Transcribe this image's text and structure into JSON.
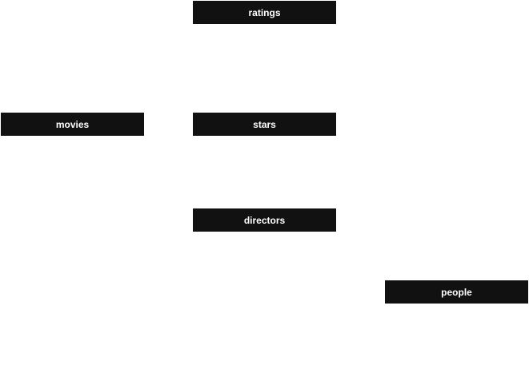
{
  "diagram": {
    "tables": {
      "ratings": "ratings",
      "movies": "movies",
      "stars": "stars",
      "directors": "directors",
      "people": "people"
    }
  },
  "colors": {
    "node_background": "#111111",
    "node_text": "#ffffff",
    "canvas_background": "#ffffff"
  }
}
